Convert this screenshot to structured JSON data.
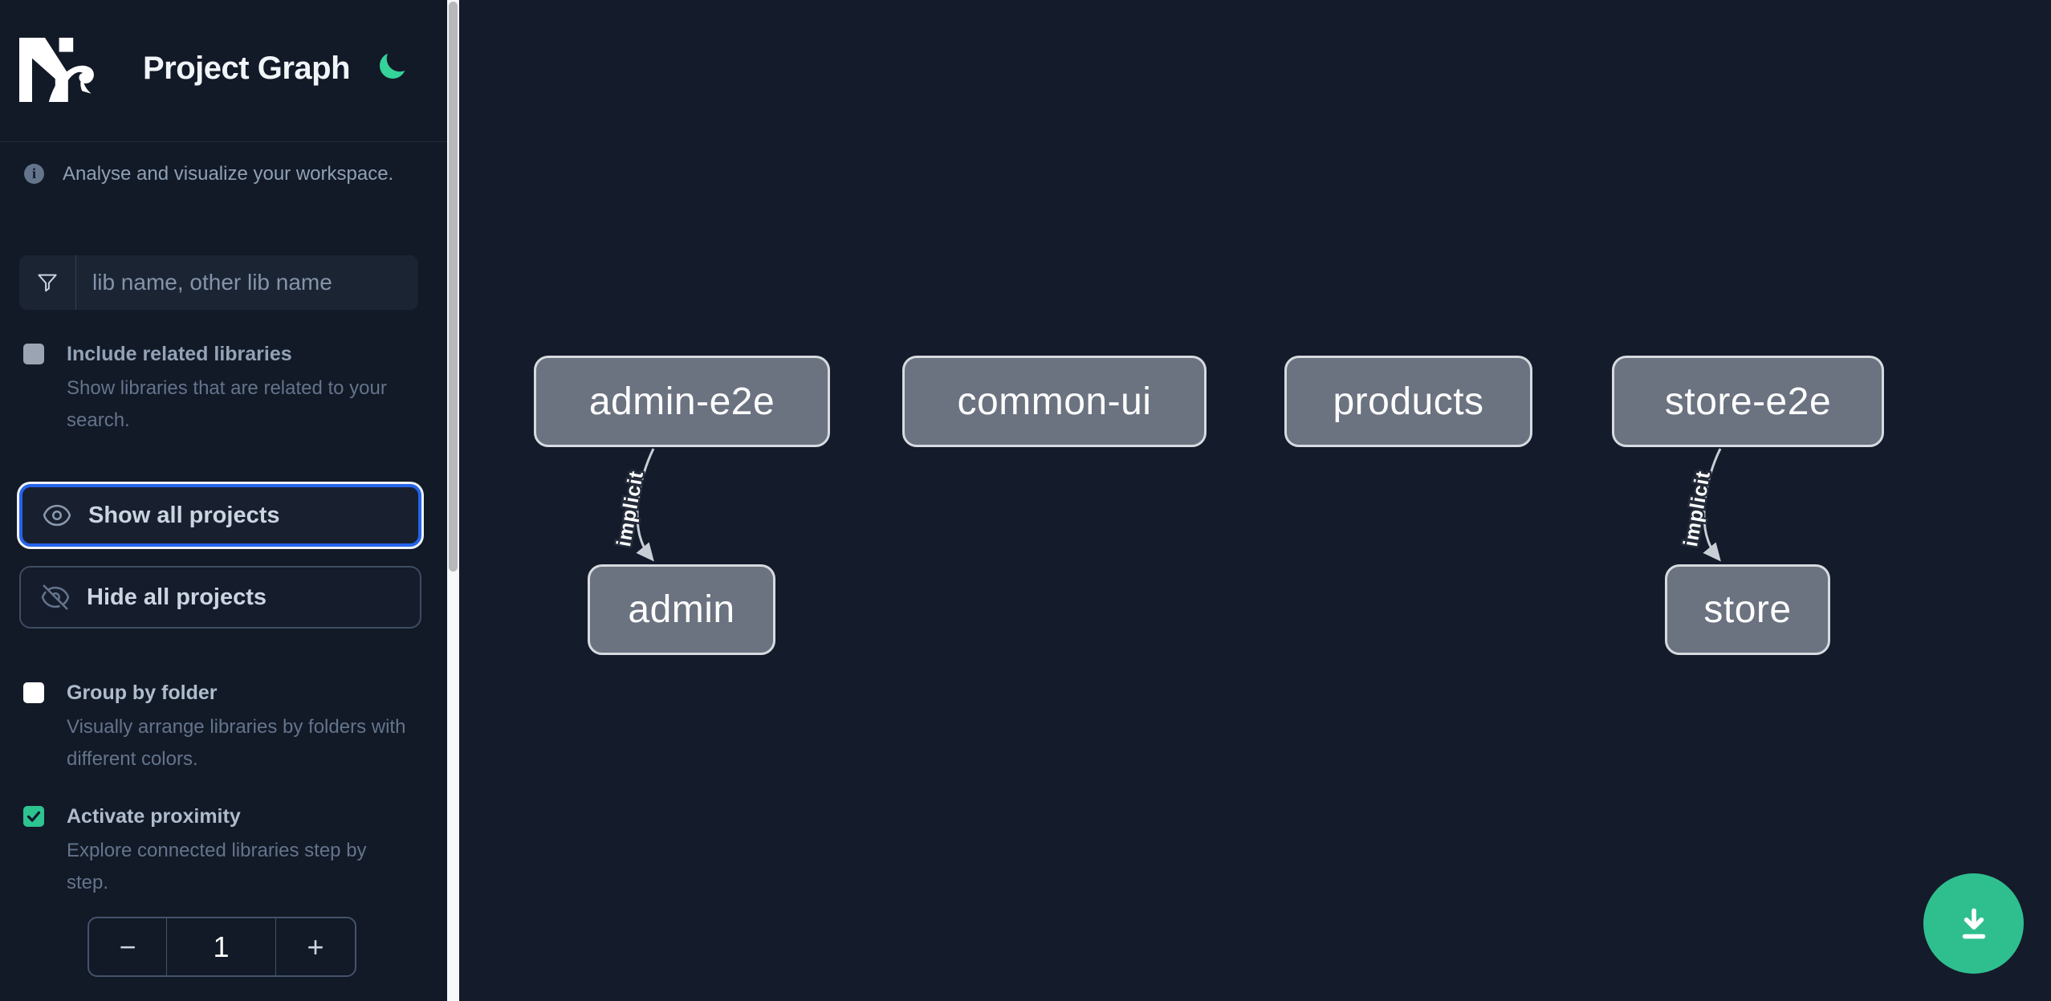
{
  "header": {
    "title": "Project Graph"
  },
  "sidebar": {
    "info_text": "Analyse and visualize your workspace.",
    "search_placeholder": "lib name, other lib name",
    "include_related": {
      "label": "Include related libraries",
      "description": "Show libraries that are related to your search.",
      "checked": false,
      "state": "disabled"
    },
    "show_all_label": "Show all projects",
    "hide_all_label": "Hide all projects",
    "group_by_folder": {
      "label": "Group by folder",
      "description": "Visually arrange libraries by folders with different colors.",
      "checked": false
    },
    "activate_proximity": {
      "label": "Activate proximity",
      "description": "Explore connected libraries step by step.",
      "checked": true
    },
    "stepper": {
      "decrement_label": "−",
      "value": "1",
      "increment_label": "+"
    }
  },
  "graph": {
    "nodes": [
      {
        "id": "admin-e2e",
        "label": "admin-e2e"
      },
      {
        "id": "common-ui",
        "label": "common-ui"
      },
      {
        "id": "products",
        "label": "products"
      },
      {
        "id": "store-e2e",
        "label": "store-e2e"
      },
      {
        "id": "admin",
        "label": "admin"
      },
      {
        "id": "store",
        "label": "store"
      }
    ],
    "edges": [
      {
        "source": "admin-e2e",
        "target": "admin",
        "label": "implicit",
        "type": "implicit"
      },
      {
        "source": "store-e2e",
        "target": "store",
        "label": "implicit",
        "type": "implicit"
      }
    ]
  },
  "icons": {
    "theme": "moon-icon",
    "info": "info-icon",
    "search": "filter-funnel-icon",
    "show_all": "eye-icon",
    "hide_all": "eye-slash-icon",
    "fab": "download-icon"
  },
  "colors": {
    "sidebar_bg": "#121927",
    "canvas_bg": "#141b2b",
    "accent_green_fab": "#2fbf8f",
    "accent_green_checkbox": "#2ec48f",
    "moon_green": "#34d399",
    "focus_blue": "#2563eb",
    "node_fill": "#6b7280",
    "node_border": "#d7dbe0",
    "edge_stroke": "#c9ced6"
  }
}
